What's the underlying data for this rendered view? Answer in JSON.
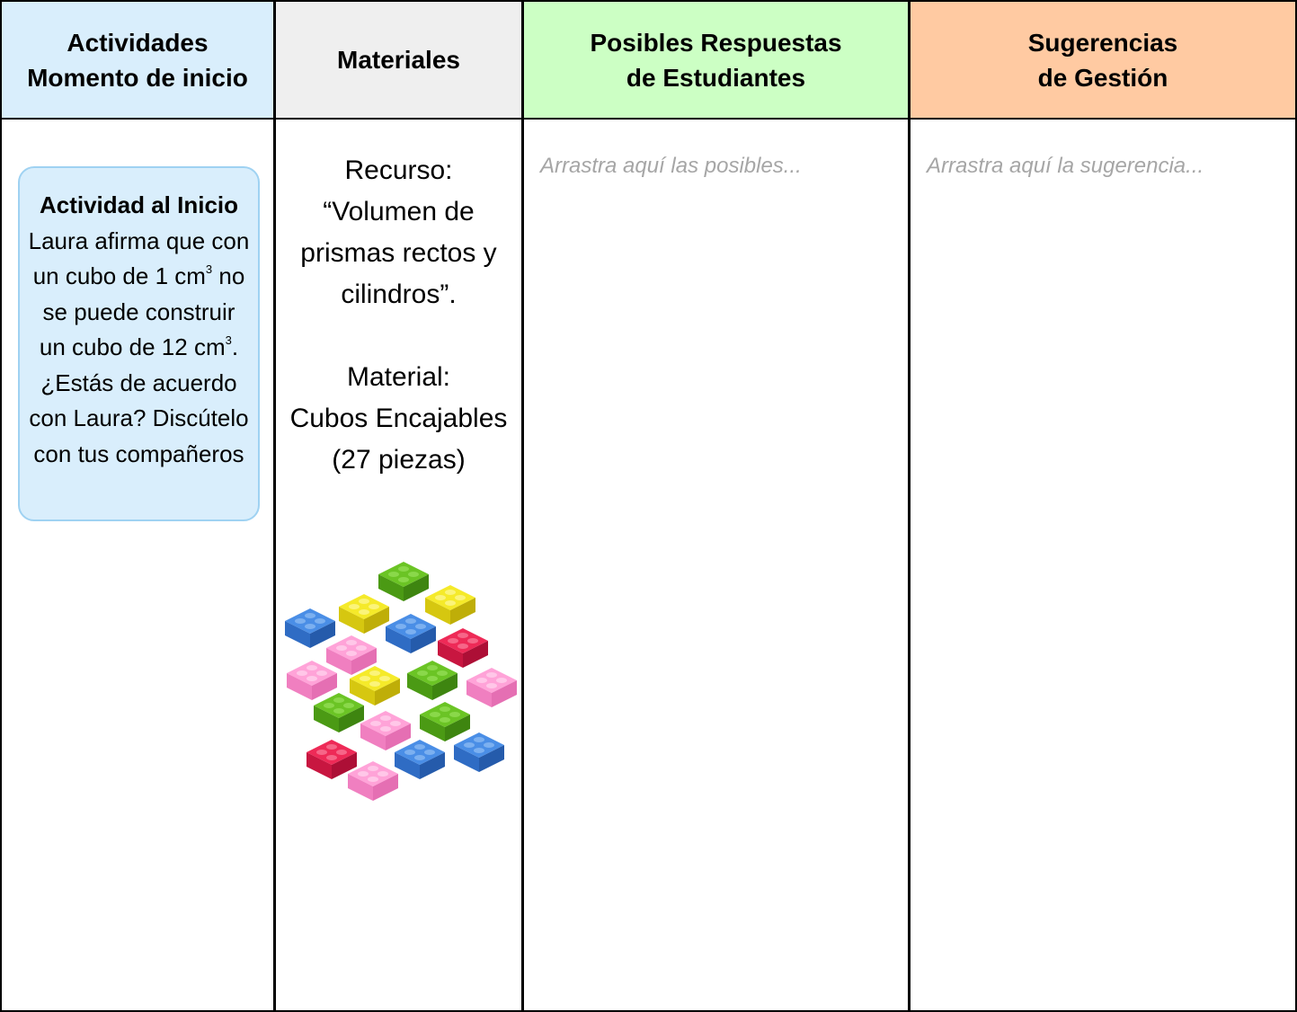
{
  "columns": {
    "activities": {
      "header": "Actividades\nMomento de inicio",
      "card_title": "Actividad al Inicio",
      "card_text_1": "Laura afirma que con un cubo de 1 cm",
      "card_sup_1": "3",
      "card_text_2": " no se puede construir un cubo de 12 cm",
      "card_sup_2": "3",
      "card_text_3": ". ¿Estás de acuerdo con Laura? Discútelo con tus compañeros"
    },
    "materials": {
      "header": "Materiales",
      "resource_label": "Recurso:",
      "resource_name_line1": "“Volumen de",
      "resource_name_line2": "prismas rectos y",
      "resource_name_line3": "cilindros”.",
      "material_label": "Material:",
      "material_name": "Cubos Encajables",
      "material_count": "(27  piezas)",
      "illustration": "lego-bricks-image"
    },
    "responses": {
      "header": "Posibles Respuestas\nde Estudiantes",
      "placeholder": "Arrastra aquí las posibles..."
    },
    "suggestions": {
      "header": "Sugerencias\nde Gestión",
      "placeholder": "Arrastra aquí la sugerencia..."
    }
  },
  "colors": {
    "activities_header": "#d9eefc",
    "materials_header": "#efefef",
    "responses_header": "#ccffc4",
    "suggestions_header": "#ffcaa2",
    "card_border": "#9fd2f2",
    "placeholder_text": "#a6a6a6",
    "brick_blue": "#3f84e0",
    "brick_yellow": "#f0e020",
    "brick_green": "#5ab31e",
    "brick_pink": "#ff9ed6",
    "brick_red": "#e8214f"
  }
}
